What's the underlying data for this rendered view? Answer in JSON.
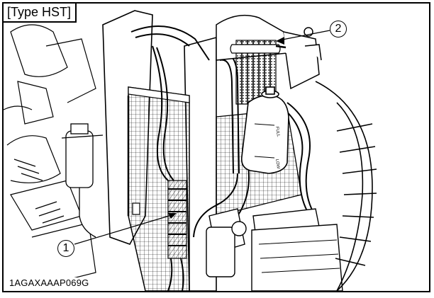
{
  "header": {
    "type_label": "[Type HST]"
  },
  "callouts": [
    {
      "number": "1"
    },
    {
      "number": "2"
    }
  ],
  "figure_code": "1AGAXAAAP069G",
  "tank": {
    "full_mark": "FULL",
    "low_mark": "LOW"
  },
  "colors": {
    "line": "#000000",
    "paper": "#ffffff",
    "shade": "#6b6b6b"
  }
}
